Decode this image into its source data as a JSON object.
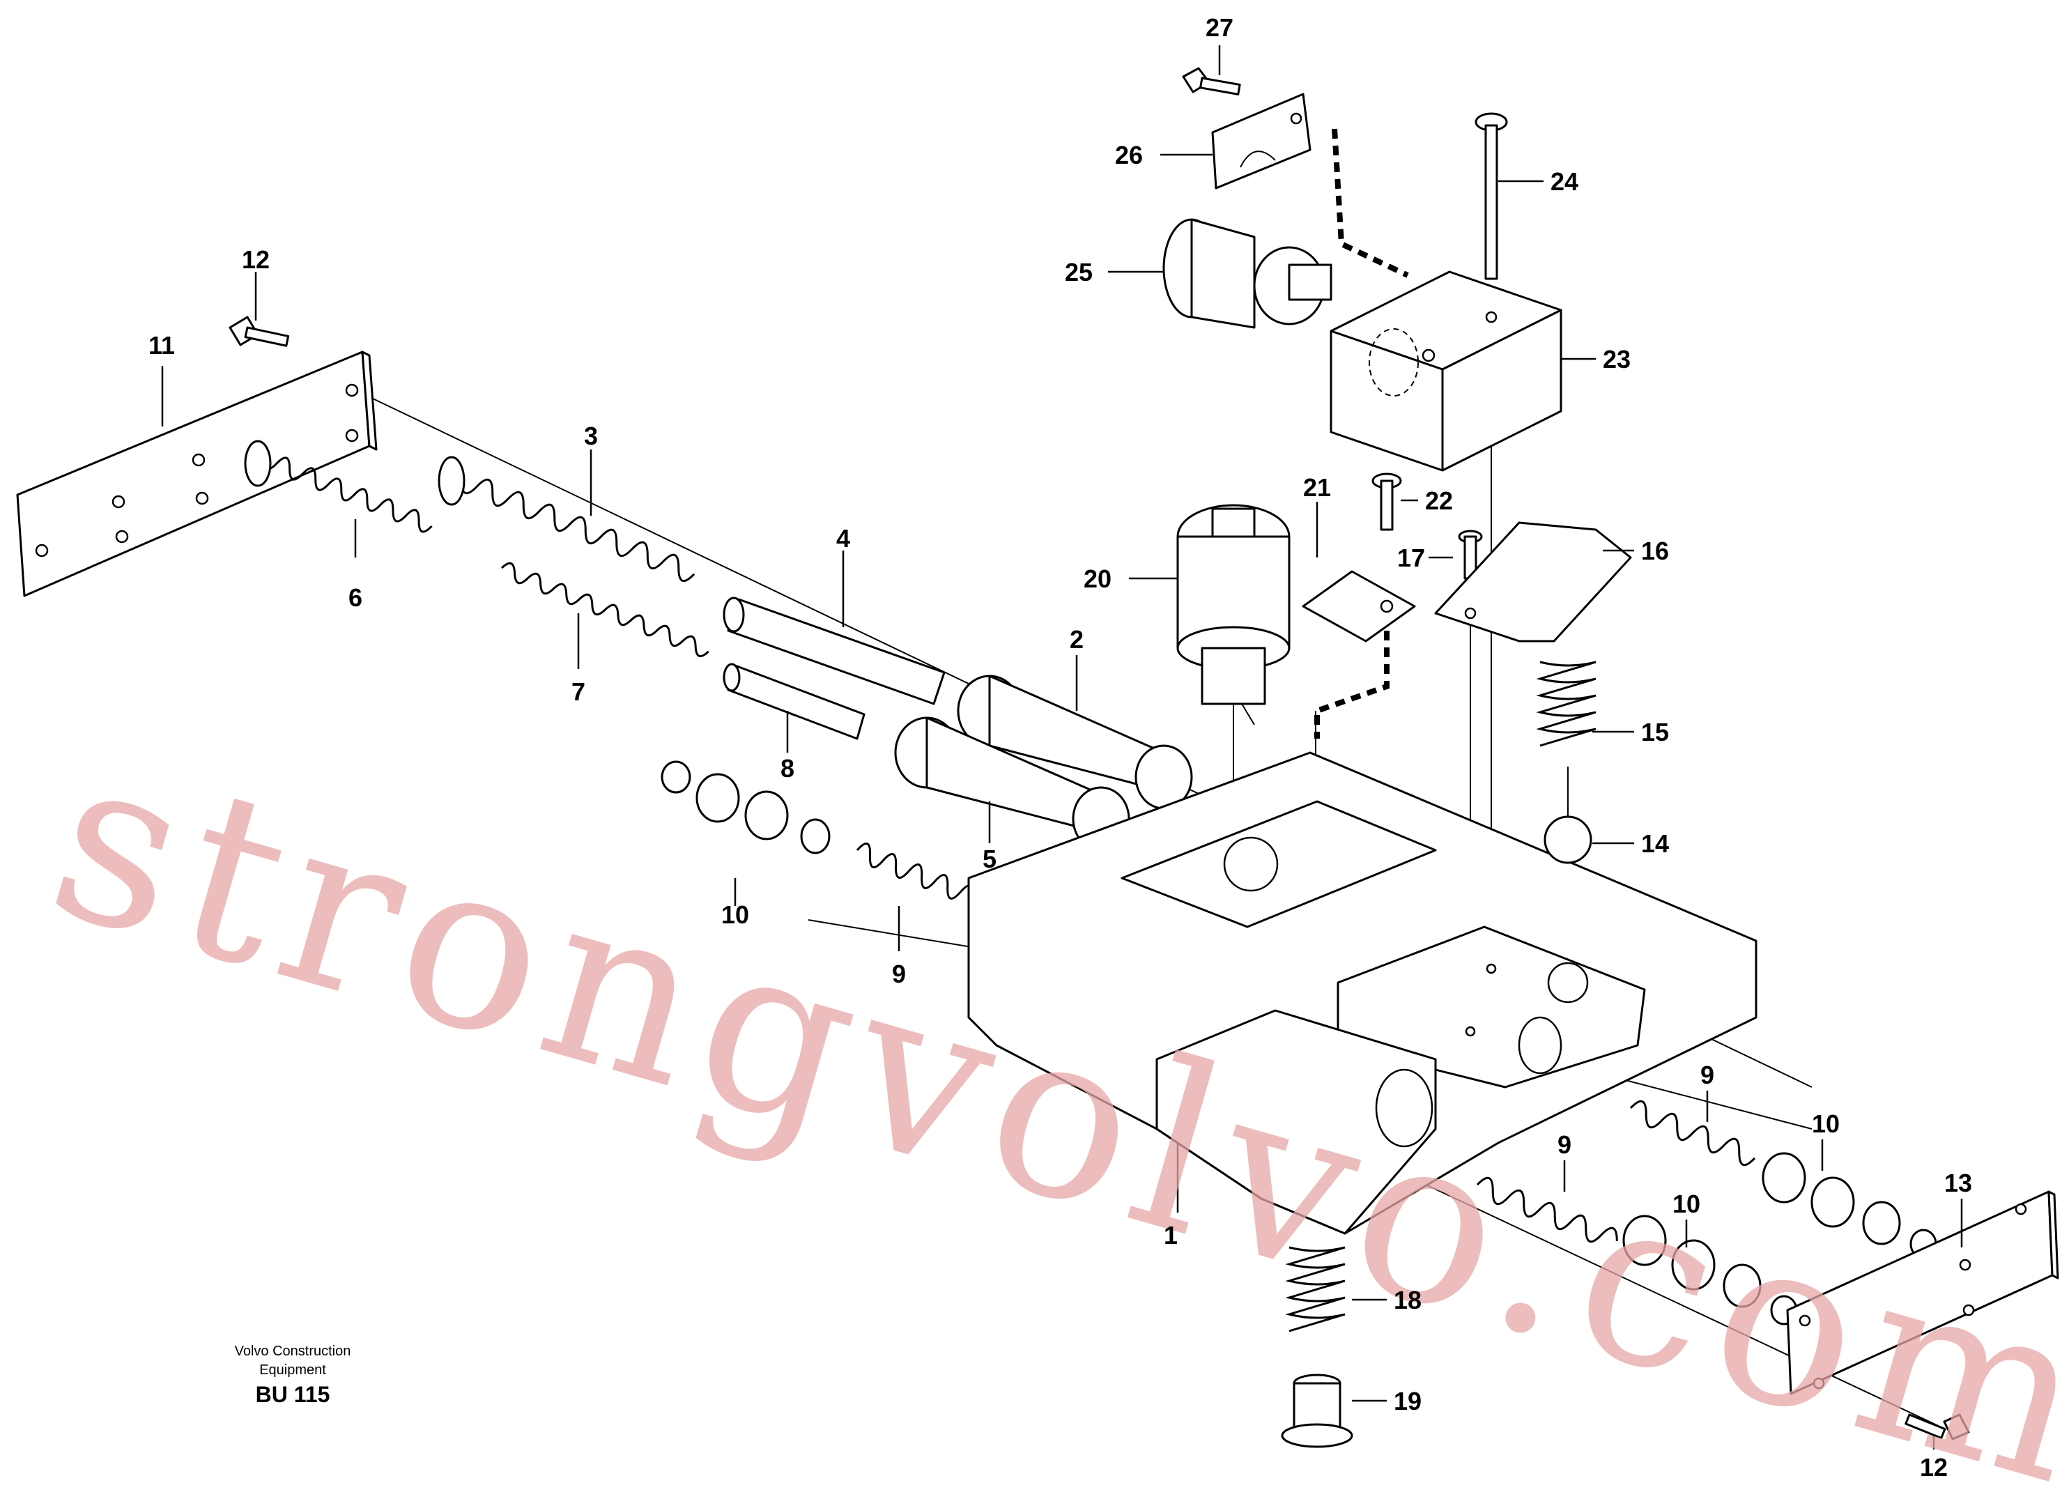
{
  "callouts": [
    "27",
    "26",
    "24",
    "25",
    "23",
    "12",
    "11",
    "3",
    "21",
    "22",
    "16",
    "17",
    "20",
    "6",
    "4",
    "7",
    "2",
    "15",
    "8",
    "14",
    "5",
    "10",
    "9",
    "9",
    "10",
    "9",
    "1",
    "13",
    "10",
    "18",
    "19",
    "12"
  ],
  "footer": {
    "line1": "Volvo Construction",
    "line2": "Equipment",
    "code": "BU 115"
  },
  "watermark": "strongvolvo.com",
  "colors": {
    "line": "#000000",
    "watermark": "#e8a6a6",
    "background": "#ffffff"
  }
}
